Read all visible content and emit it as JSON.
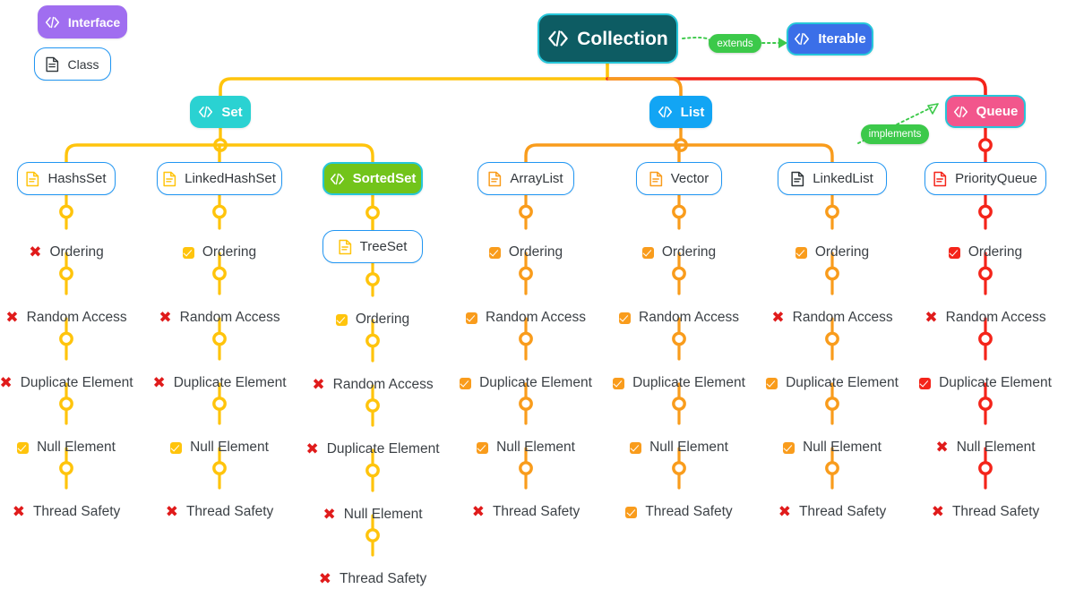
{
  "legend": {
    "interface": {
      "label": "Interface",
      "icon": "code-brackets-icon",
      "bg": "#a06ef0"
    },
    "klass": {
      "label": "Class",
      "icon": "document-icon",
      "border": "#2196f3"
    }
  },
  "colors": {
    "collection": "#0d5c63",
    "set": "#2ad2d2",
    "list": "#12a5f4",
    "queue": "#f2568c",
    "iterable": "#3b6fe8",
    "sortedset": "#72c41a",
    "yellow": "#ffc40c",
    "orange": "#f99c1c",
    "red": "#f4241a",
    "green": "#3cc94a",
    "check_yellow": "#ffc40c",
    "check_orange": "#f99c1c",
    "check_red": "#f4241a",
    "cross_red": "#e01b1b",
    "text": "#3c4146"
  },
  "edge_labels": {
    "extends": "extends",
    "implements": "implements"
  },
  "root": {
    "label": "Collection",
    "icon": "code-brackets-icon",
    "kind": "interface"
  },
  "iterable": {
    "label": "Iterable",
    "icon": "code-brackets-icon",
    "kind": "interface"
  },
  "interfaces": [
    {
      "label": "Set",
      "icon": "code-brackets-icon",
      "kind": "interface"
    },
    {
      "label": "List",
      "icon": "code-brackets-icon",
      "kind": "interface"
    },
    {
      "label": "Queue",
      "icon": "code-brackets-icon",
      "kind": "interface"
    }
  ],
  "attribute_names": [
    "Ordering",
    "Random Access",
    "Duplicate Element",
    "Null Element",
    "Thread Safety"
  ],
  "columns": [
    {
      "id": "hashset",
      "label": "HashsSet",
      "kind": "class",
      "icon": "document-icon",
      "accent": "yellow",
      "attributes": [
        {
          "name": "Ordering",
          "value": false
        },
        {
          "name": "Random Access",
          "value": false
        },
        {
          "name": "Duplicate Element",
          "value": false
        },
        {
          "name": "Null Element",
          "value": true
        },
        {
          "name": "Thread Safety",
          "value": false
        }
      ]
    },
    {
      "id": "linkedhashset",
      "label": "LinkedHashSet",
      "kind": "class",
      "icon": "document-icon",
      "accent": "yellow",
      "attributes": [
        {
          "name": "Ordering",
          "value": true
        },
        {
          "name": "Random Access",
          "value": false
        },
        {
          "name": "Duplicate Element",
          "value": false
        },
        {
          "name": "Null Element",
          "value": true
        },
        {
          "name": "Thread Safety",
          "value": false
        }
      ]
    },
    {
      "id": "sortedset",
      "label": "SortedSet",
      "kind": "interface",
      "icon": "code-brackets-icon",
      "accent": "yellow",
      "child": {
        "id": "treeset",
        "label": "TreeSet",
        "kind": "class",
        "icon": "document-icon"
      },
      "attributes": [
        {
          "name": "Ordering",
          "value": true
        },
        {
          "name": "Random Access",
          "value": false
        },
        {
          "name": "Duplicate Element",
          "value": false
        },
        {
          "name": "Null Element",
          "value": false
        },
        {
          "name": "Thread Safety",
          "value": false
        }
      ]
    },
    {
      "id": "arraylist",
      "label": "ArrayList",
      "kind": "class",
      "icon": "document-icon",
      "accent": "orange",
      "attributes": [
        {
          "name": "Ordering",
          "value": true
        },
        {
          "name": "Random Access",
          "value": true
        },
        {
          "name": "Duplicate Element",
          "value": true
        },
        {
          "name": "Null Element",
          "value": true
        },
        {
          "name": "Thread Safety",
          "value": false
        }
      ]
    },
    {
      "id": "vector",
      "label": "Vector",
      "kind": "class",
      "icon": "document-icon",
      "accent": "orange",
      "attributes": [
        {
          "name": "Ordering",
          "value": true
        },
        {
          "name": "Random Access",
          "value": true
        },
        {
          "name": "Duplicate Element",
          "value": true
        },
        {
          "name": "Null Element",
          "value": true
        },
        {
          "name": "Thread Safety",
          "value": true
        }
      ]
    },
    {
      "id": "linkedlist",
      "label": "LinkedList",
      "kind": "class",
      "icon": "document-icon",
      "accent": "orange",
      "attributes": [
        {
          "name": "Ordering",
          "value": true
        },
        {
          "name": "Random Access",
          "value": false
        },
        {
          "name": "Duplicate Element",
          "value": true
        },
        {
          "name": "Null Element",
          "value": true
        },
        {
          "name": "Thread Safety",
          "value": false
        }
      ]
    },
    {
      "id": "priorityqueue",
      "label": "PriorityQueue",
      "kind": "class",
      "icon": "document-icon",
      "accent": "red",
      "attributes": [
        {
          "name": "Ordering",
          "value": true
        },
        {
          "name": "Random Access",
          "value": false
        },
        {
          "name": "Duplicate Element",
          "value": true
        },
        {
          "name": "Null Element",
          "value": false
        },
        {
          "name": "Thread Safety",
          "value": false
        }
      ]
    }
  ]
}
